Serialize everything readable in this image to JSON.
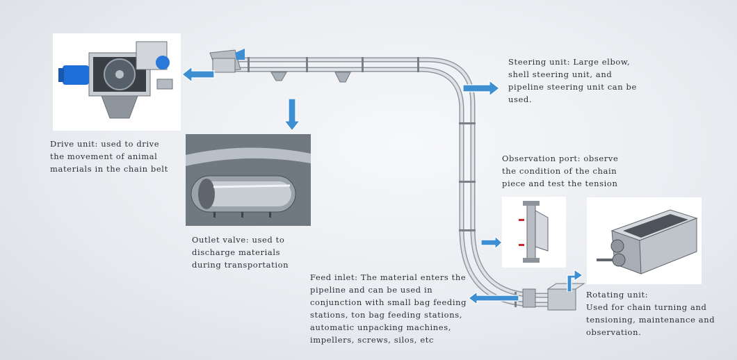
{
  "captions": {
    "drive_unit": "Drive unit: used to drive\nthe movement of animal\nmaterials in the chain belt",
    "outlet_valve": "Outlet valve: used to\ndischarge materials\nduring transportation",
    "steering_unit": "Steering unit: Large elbow,\nshell steering unit, and\npipeline steering unit can be\nused.",
    "observation_port": "Observation port: observe\nthe condition of the chain\npiece and test the tension",
    "feed_inlet": "Feed inlet: The material enters the\npipeline and can be used in\nconjunction with small bag feeding\nstations, ton bag feeding stations,\nautomatic unpacking machines,\nimpellers, screws, silos, etc",
    "rotating_unit": "Rotating unit:\nUsed for chain turning and\ntensioning, maintenance and\nobservation."
  },
  "colors": {
    "arrow": "#3d8fd1",
    "pipe": "#c3c8ce",
    "motor": "#1f6fd8"
  }
}
